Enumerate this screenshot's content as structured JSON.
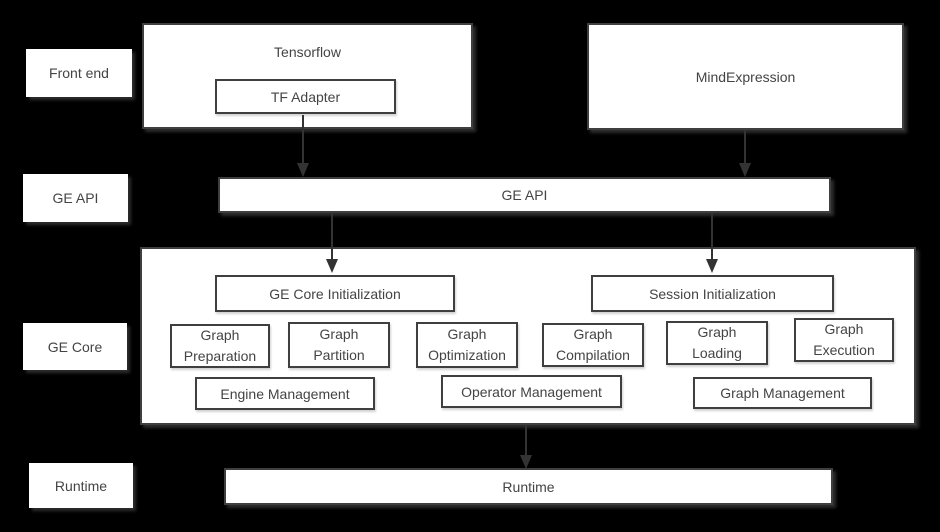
{
  "colors": {
    "background": "#000000",
    "box_fill": "#ffffff",
    "box_border": "#3f3f3f",
    "text": "#444444",
    "arrow": "#333333"
  },
  "row_labels": {
    "front_end": "Front end",
    "ge_api": "GE API",
    "ge_core": "GE Core",
    "runtime": "Runtime"
  },
  "front_end": {
    "tensorflow_title": "Tensorflow",
    "tf_adapter_label": "TF Adapter",
    "mindexpression_title": "MindExpression"
  },
  "ge_api": {
    "bar_label": "GE API"
  },
  "ge_core": {
    "ge_core_init_label": "GE Core Initialization",
    "session_init_label": "Session Initialization",
    "modules": [
      {
        "label": "Graph\nPreparation"
      },
      {
        "label": "Graph\nPartition"
      },
      {
        "label": "Graph\nOptimization"
      },
      {
        "label": "Graph\nCompilation"
      },
      {
        "label": "Graph\nLoading"
      },
      {
        "label": "Graph\nExecution"
      }
    ],
    "management": [
      {
        "label": "Engine Management"
      },
      {
        "label": "Operator Management"
      },
      {
        "label": "Graph Management"
      }
    ]
  },
  "runtime": {
    "bar_label": "Runtime"
  }
}
